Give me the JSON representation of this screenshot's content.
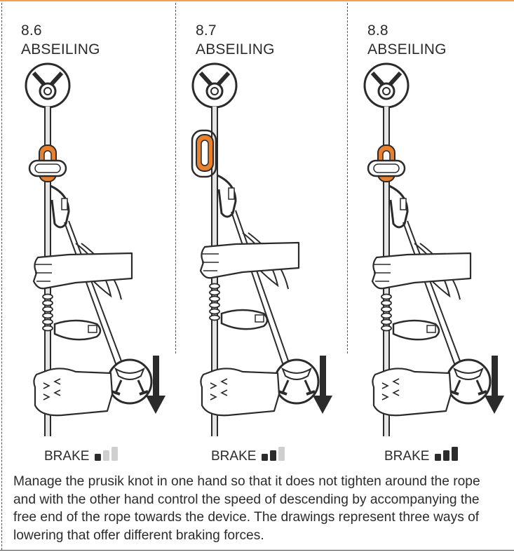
{
  "panels": [
    {
      "number": "8.6",
      "title": "ABSEILING",
      "brake_label": "BRAKE",
      "brake_level": 1,
      "brake_max": 3
    },
    {
      "number": "8.7",
      "title": "ABSEILING",
      "brake_label": "BRAKE",
      "brake_level": 2,
      "brake_max": 3
    },
    {
      "number": "8.8",
      "title": "ABSEILING",
      "brake_label": "BRAKE",
      "brake_level": 3,
      "brake_max": 3
    }
  ],
  "caption": "Manage the prusik knot in one hand so that it does not tighten around the rope and with the other hand control the speed of descending by accompanying the free end of the rope towards the device. The drawings represent three ways of lowering that offer different braking forces.",
  "colors": {
    "accent": "#e8812f",
    "ink": "#2b2b2b",
    "bar_on": "#2b2b2b",
    "bar_off": "#cfcfcf"
  },
  "icons": [
    "anchor-ring-icon",
    "descender-device-icon",
    "carabiner-icon",
    "hand-icon",
    "harness-icon",
    "down-arrow-icon"
  ]
}
